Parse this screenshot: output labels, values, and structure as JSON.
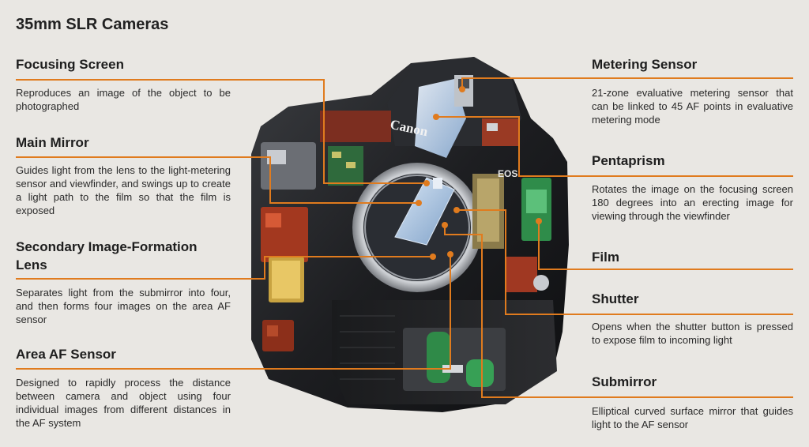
{
  "title": "35mm SLR Cameras",
  "image": {
    "description": "cutaway-camera-photo",
    "brand_text": "Canon",
    "model_text": "EOS",
    "accent_color": "#e07b1e",
    "line_color": "#e07b1e"
  },
  "parts": {
    "focusing_screen": {
      "label": "Focusing Screen",
      "desc": "Reproduces an image of the object to be photographed"
    },
    "main_mirror": {
      "label": "Main Mirror",
      "desc": "Guides light from the lens to the light-metering sensor and viewfinder, and swings up to create a light path to the film so that the film is exposed"
    },
    "secondary_lens": {
      "label": "Secondary Image-Formation Lens",
      "desc": "Separates light from the submirror into four, and then forms four images on the area AF sensor"
    },
    "area_af_sensor": {
      "label": "Area AF Sensor",
      "desc": "Designed to rapidly process the distance between camera and object using four individual images from different distances in the AF system"
    },
    "metering_sensor": {
      "label": "Metering Sensor",
      "desc": "21-zone evaluative metering sensor that can be linked to 45 AF points in evaluative metering mode"
    },
    "pentaprism": {
      "label": "Pentaprism",
      "desc": "Rotates the image on the focusing screen 180 degrees into an erecting image for viewing through the viewfinder"
    },
    "film": {
      "label": "Film",
      "desc": ""
    },
    "shutter": {
      "label": "Shutter",
      "desc": "Opens when the shutter button is pressed to expose film to incoming light"
    },
    "submirror": {
      "label": "Submirror",
      "desc": "Elliptical curved surface mirror that guides light to the AF sensor"
    }
  }
}
